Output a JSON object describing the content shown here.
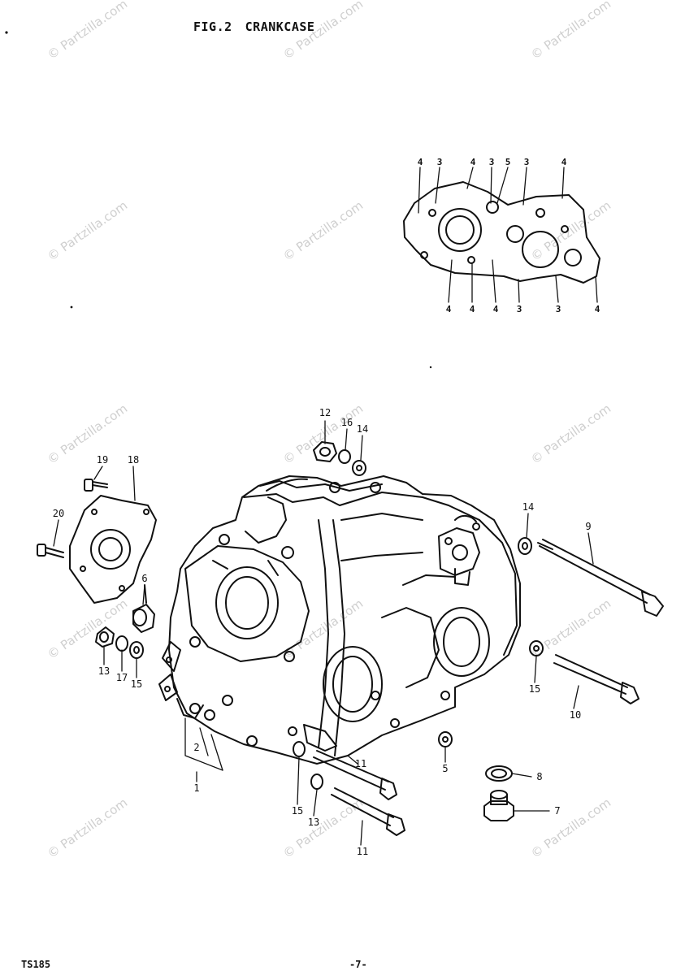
{
  "header": {
    "fig": "FIG.2",
    "name": "CRANKCASE"
  },
  "footer": {
    "model": "TS185",
    "page": "-7-"
  },
  "watermark": "© Partzilla.com",
  "gasket_numbers_top": [
    "4",
    "3",
    "4",
    "3",
    "5",
    "3",
    "4"
  ],
  "gasket_numbers_bottom": [
    "4",
    "4",
    "4",
    "3",
    "3",
    "4"
  ],
  "callouts": {
    "c12": "12",
    "c16": "16",
    "c14a": "14",
    "c19": "19",
    "c18": "18",
    "c20": "20",
    "c6": "6",
    "c13a": "13",
    "c17": "17",
    "c15a": "15",
    "c14b": "14",
    "c9": "9",
    "c15b": "15",
    "c10": "10",
    "c2": "2",
    "c1": "1",
    "c5": "5",
    "c11a": "11",
    "c15c": "15",
    "c13b": "13",
    "c11b": "11",
    "c8": "8",
    "c7": "7"
  }
}
